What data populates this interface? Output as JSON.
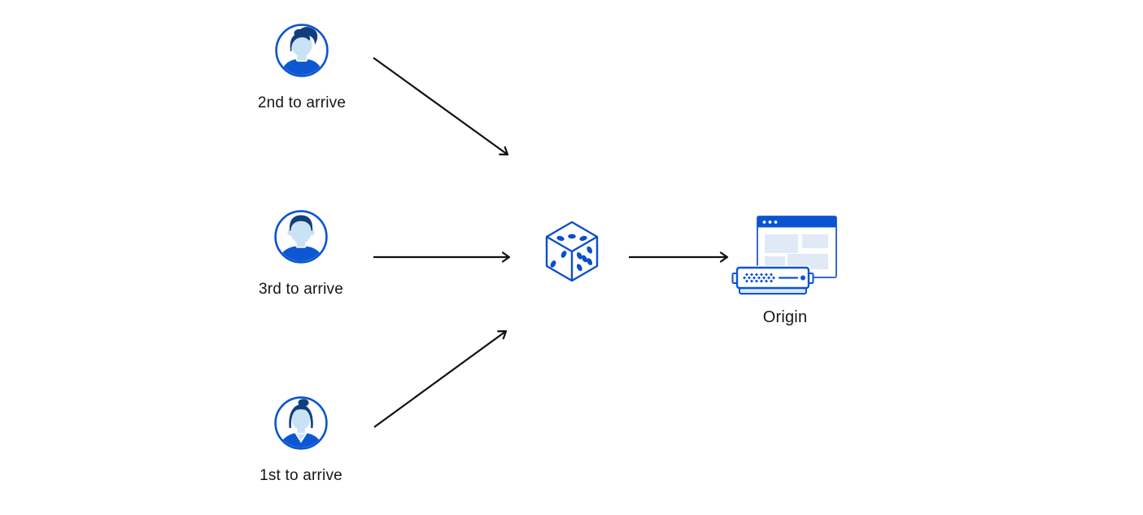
{
  "clients": [
    {
      "id": "client-2nd",
      "label": "2nd to arrive",
      "avatar_icon": "user-man-quiff-icon"
    },
    {
      "id": "client-3rd",
      "label": "3rd to arrive",
      "avatar_icon": "user-man-short-hair-icon"
    },
    {
      "id": "client-1st",
      "label": "1st to arrive",
      "avatar_icon": "user-woman-bun-icon"
    }
  ],
  "randomizer": {
    "icon": "dice-icon",
    "pips": {
      "top_face": 3,
      "left_face": 2,
      "right_face": 5
    }
  },
  "origin": {
    "label": "Origin",
    "icon": "browser-window-server-icon"
  },
  "connections": [
    {
      "from": "2nd to arrive",
      "to": "dice"
    },
    {
      "from": "3rd to arrive",
      "to": "dice"
    },
    {
      "from": "1st to arrive",
      "to": "dice"
    },
    {
      "from": "dice",
      "to": "Origin"
    }
  ],
  "colors": {
    "accent_blue": "#0b54d1",
    "window_border_blue": "#3468da",
    "deep_navy": "#123e7d",
    "skin_light_blue": "#c9e3f5",
    "panel_light_blue": "#dfeaf6",
    "server_base_blue": "#d8e9f7",
    "arrow_black": "#111111",
    "text_color": "#141619",
    "background": "#ffffff"
  }
}
